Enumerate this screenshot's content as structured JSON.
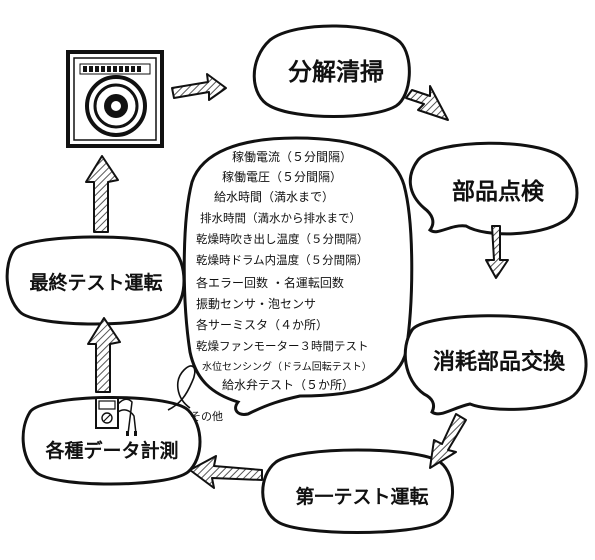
{
  "steps": {
    "disassembly_cleaning": "分解清掃",
    "parts_inspection": "部品点検",
    "consumable_replacement": "消耗部品交換",
    "first_test_run": "第一テスト運転",
    "data_measurement": "各種データ計測",
    "final_test_run": "最終テスト運転"
  },
  "measurements": [
    "稼働電流（５分間隔）",
    "稼働電圧（５分間隔）",
    "給水時間（満水まで）",
    "排水時間（満水から排水まで）",
    "乾燥時吹き出し温度（５分間隔）",
    "乾燥時ドラム内温度（５分間隔）",
    "各エラー回数 ・名運転回数",
    "振動センサ・泡センサ",
    "各サーミスタ（４か所）",
    "乾燥ファンモーター３時間テスト",
    "水位センシング（ドラム回転テスト）",
    "給水弁テスト（５か所）"
  ],
  "others_label": "その他"
}
